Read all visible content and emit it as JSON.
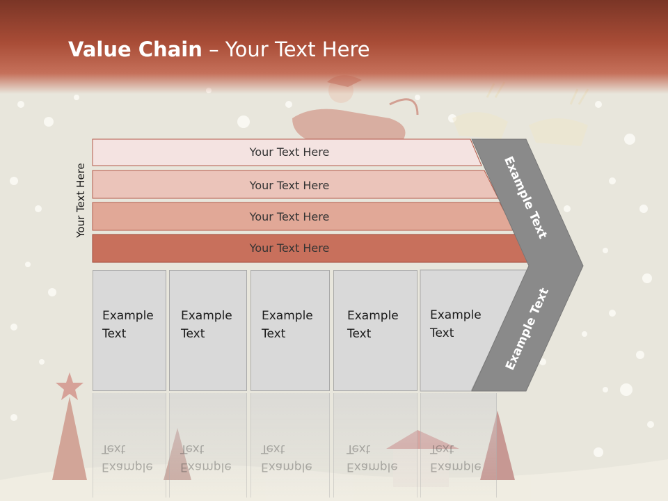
{
  "title": {
    "bold": "Value Chain",
    "rest": " – Your Text Here"
  },
  "side_label": "Your Text Here",
  "rows": [
    {
      "label": "Your Text Here",
      "color": "#f4e3e1"
    },
    {
      "label": "Your Text Here",
      "color": "#ebc4ba"
    },
    {
      "label": "Your Text Here",
      "color": "#e1a897"
    },
    {
      "label": "Your Text Here",
      "color": "#c8705c"
    }
  ],
  "boxes": [
    {
      "line1": "Example",
      "line2": "Text"
    },
    {
      "line1": "Example",
      "line2": "Text"
    },
    {
      "line1": "Example",
      "line2": "Text"
    },
    {
      "line1": "Example",
      "line2": "Text"
    },
    {
      "line1": "Example",
      "line2": "Text"
    }
  ],
  "chevron": {
    "upper": "Example Text",
    "lower": "Example Text",
    "color": "#8a8a8a"
  },
  "colors": {
    "header_dark": "#7a3526",
    "header_mid": "#a84c36",
    "background": "#e8e6dc",
    "box_fill": "#d9d9d9"
  }
}
